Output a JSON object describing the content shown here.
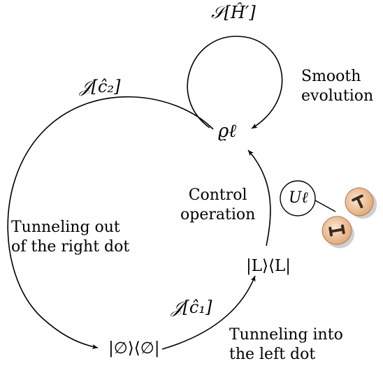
{
  "nodes": {
    "rho": "ϱℓ",
    "left_state": "|L⟩⟨L|",
    "empty_state": "|∅⟩⟨∅|"
  },
  "operators": {
    "smooth": "𝒮[Ĥ′]",
    "jump_c2": "𝒥[ĉ₂]",
    "jump_c1": "𝒥[ĉ₁]",
    "unitary": "Uℓ"
  },
  "captions": {
    "smooth": "Smooth\nevolution",
    "control": "Control\noperation",
    "tunnel_out": "Tunneling out\nof the right dot",
    "tunnel_in": "Tunneling into\nthe left dot"
  },
  "colors": {
    "stroke": "#000000",
    "knob_face": "#f0c9a0",
    "knob_shadow": "#c8c8c8"
  }
}
